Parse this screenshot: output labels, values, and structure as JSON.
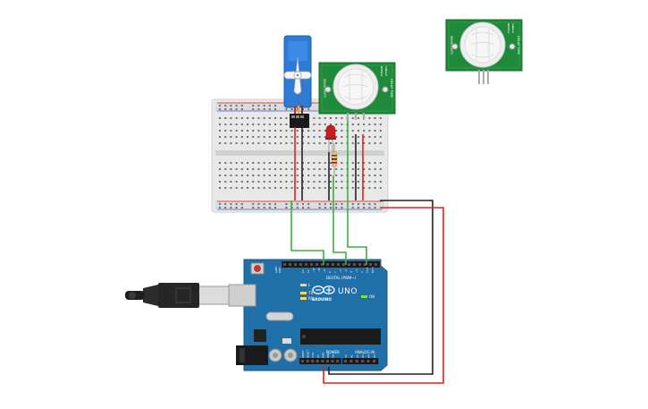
{
  "pir_left": {
    "left_text": "SENSITIVITY",
    "right_text": "DELAY TIME",
    "top_text": "REPEAT",
    "top_text2": "SINGLE"
  },
  "pir_right": {
    "left_text": "SENSITIVITY",
    "right_text": "DELAY TIME",
    "top_text": "REPEAT",
    "top_text2": "SINGLE"
  },
  "arduino": {
    "brand": "ARDUINO",
    "model": "UNO",
    "digital_label": "DIGITAL (PWM~)",
    "power_label": "POWER",
    "analog_label": "ANALOG IN",
    "aref": "AREF",
    "gnd": "GND",
    "pin_labels_digital": [
      "13",
      "12",
      "~11",
      "~10",
      "~9",
      "8",
      "7",
      "~6",
      "~5",
      "4",
      "~3",
      "2",
      "TX 1",
      "RX 0"
    ],
    "pin_labels_power": [
      "IOREF",
      "RESET",
      "3.3V",
      "5V",
      "GND",
      "GND",
      "Vin"
    ],
    "pin_labels_analog": [
      "A0",
      "A1",
      "A2",
      "A3",
      "A4",
      "A5"
    ],
    "led_labels": [
      "L",
      "TX",
      "RX",
      "ON"
    ]
  },
  "colors": {
    "wire_green": "#3cb043",
    "wire_red": "#d22",
    "wire_black": "#222",
    "board_blue": "#1f6fa8",
    "pir_green": "#1f8a3a",
    "servo_blue": "#2d7bd4"
  }
}
